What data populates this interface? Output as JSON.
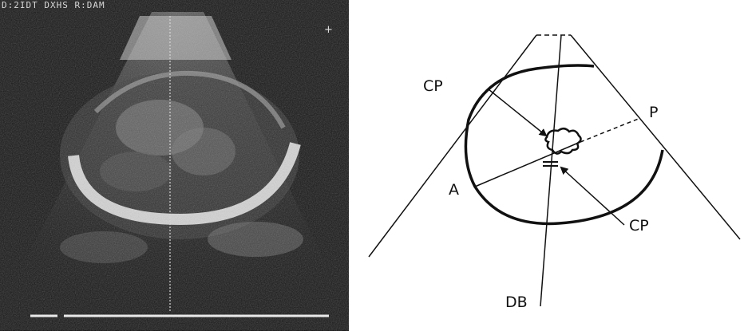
{
  "ultrasound": {
    "header_text": "D:2IDT DXHS R:DAM",
    "marker_symbol": "+"
  },
  "diagram": {
    "labels": {
      "cp_top": "CP",
      "p": "P",
      "a": "A",
      "cp_bottom": "CP",
      "db": "DB"
    }
  }
}
